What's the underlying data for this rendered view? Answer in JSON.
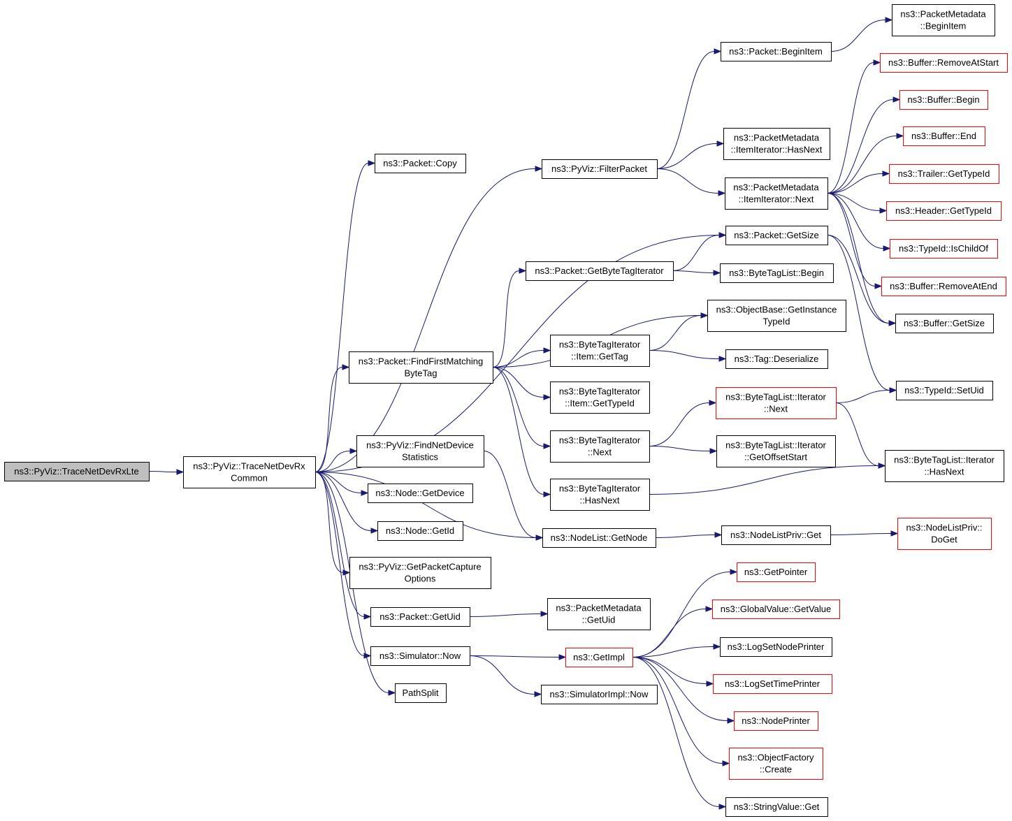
{
  "colors": {
    "edge": "#191970",
    "root_fill": "#bfbfbf",
    "node_border": "#000000",
    "truncated_border": "#ff0000",
    "background": "#ffffff"
  },
  "nodes": [
    {
      "id": "root",
      "kind": "root",
      "lines": [
        "ns3::PyViz::TraceNetDevRxLte"
      ]
    },
    {
      "id": "common",
      "kind": "normal",
      "lines": [
        "ns3::PyViz::TraceNetDevRx",
        "Common"
      ]
    },
    {
      "id": "copy",
      "kind": "normal",
      "lines": [
        "ns3::Packet::Copy"
      ]
    },
    {
      "id": "filter",
      "kind": "normal",
      "lines": [
        "ns3::PyViz::FilterPacket"
      ]
    },
    {
      "id": "beginitem",
      "kind": "normal",
      "lines": [
        "ns3::Packet::BeginItem"
      ]
    },
    {
      "id": "pm_beginitem",
      "kind": "normal",
      "lines": [
        "ns3::PacketMetadata",
        "::BeginItem"
      ]
    },
    {
      "id": "pm_hasnext",
      "kind": "normal",
      "lines": [
        "ns3::PacketMetadata",
        "::ItemIterator::HasNext"
      ]
    },
    {
      "id": "pm_next",
      "kind": "normal",
      "lines": [
        "ns3::PacketMetadata",
        "::ItemIterator::Next"
      ]
    },
    {
      "id": "buf_removeatstart",
      "kind": "truncated",
      "lines": [
        "ns3::Buffer::RemoveAtStart"
      ]
    },
    {
      "id": "buf_begin",
      "kind": "truncated",
      "lines": [
        "ns3::Buffer::Begin"
      ]
    },
    {
      "id": "buf_end",
      "kind": "truncated",
      "lines": [
        "ns3::Buffer::End"
      ]
    },
    {
      "id": "trailer_gettypeid",
      "kind": "truncated",
      "lines": [
        "ns3::Trailer::GetTypeId"
      ]
    },
    {
      "id": "header_gettypeid",
      "kind": "truncated",
      "lines": [
        "ns3::Header::GetTypeId"
      ]
    },
    {
      "id": "typeid_ischildof",
      "kind": "truncated",
      "lines": [
        "ns3::TypeId::IsChildOf"
      ]
    },
    {
      "id": "buf_removeatend",
      "kind": "truncated",
      "lines": [
        "ns3::Buffer::RemoveAtEnd"
      ]
    },
    {
      "id": "buf_getsize",
      "kind": "normal",
      "lines": [
        "ns3::Buffer::GetSize"
      ]
    },
    {
      "id": "pkt_getsize",
      "kind": "normal",
      "lines": [
        "ns3::Packet::GetSize"
      ]
    },
    {
      "id": "getbytetagiterator",
      "kind": "normal",
      "lines": [
        "ns3::Packet::GetByteTagIterator"
      ]
    },
    {
      "id": "btl_begin",
      "kind": "normal",
      "lines": [
        "ns3::ByteTagList::Begin"
      ]
    },
    {
      "id": "objectbase",
      "kind": "normal",
      "lines": [
        "ns3::ObjectBase::GetInstance",
        "TypeId"
      ]
    },
    {
      "id": "findfirst",
      "kind": "normal",
      "lines": [
        "ns3::Packet::FindFirstMatching",
        "ByteTag"
      ]
    },
    {
      "id": "bti_item_gettag",
      "kind": "normal",
      "lines": [
        "ns3::ByteTagIterator",
        "::Item::GetTag"
      ]
    },
    {
      "id": "tag_deserialize",
      "kind": "normal",
      "lines": [
        "ns3::Tag::Deserialize"
      ]
    },
    {
      "id": "bti_item_gettypeid",
      "kind": "normal",
      "lines": [
        "ns3::ByteTagIterator",
        "::Item::GetTypeId"
      ]
    },
    {
      "id": "btl_it_next",
      "kind": "truncated",
      "lines": [
        "ns3::ByteTagList::Iterator",
        "::Next"
      ]
    },
    {
      "id": "typeid_setuid",
      "kind": "normal",
      "lines": [
        "ns3::TypeId::SetUid"
      ]
    },
    {
      "id": "bti_next",
      "kind": "normal",
      "lines": [
        "ns3::ByteTagIterator",
        "::Next"
      ]
    },
    {
      "id": "btl_it_getoffset",
      "kind": "normal",
      "lines": [
        "ns3::ByteTagList::Iterator",
        "::GetOffsetStart"
      ]
    },
    {
      "id": "btl_it_hasnext",
      "kind": "normal",
      "lines": [
        "ns3::ByteTagList::Iterator",
        "::HasNext"
      ]
    },
    {
      "id": "bti_hasnext",
      "kind": "normal",
      "lines": [
        "ns3::ByteTagIterator",
        "::HasNext"
      ]
    },
    {
      "id": "findnetdev",
      "kind": "normal",
      "lines": [
        "ns3::PyViz::FindNetDevice",
        "Statistics"
      ]
    },
    {
      "id": "node_getdevice",
      "kind": "normal",
      "lines": [
        "ns3::Node::GetDevice"
      ]
    },
    {
      "id": "node_getid",
      "kind": "normal",
      "lines": [
        "ns3::Node::GetId"
      ]
    },
    {
      "id": "nodelist_getnode",
      "kind": "normal",
      "lines": [
        "ns3::NodeList::GetNode"
      ]
    },
    {
      "id": "nodelistpriv_get",
      "kind": "normal",
      "lines": [
        "ns3::NodeListPriv::Get"
      ]
    },
    {
      "id": "nodelistpriv_doget",
      "kind": "truncated",
      "lines": [
        "ns3::NodeListPriv::",
        "DoGet"
      ]
    },
    {
      "id": "getpacketcapture",
      "kind": "normal",
      "lines": [
        "ns3::PyViz::GetPacketCapture",
        "Options"
      ]
    },
    {
      "id": "getpointer",
      "kind": "truncated",
      "lines": [
        "ns3::GetPointer"
      ]
    },
    {
      "id": "globalvalue_getvalue",
      "kind": "truncated",
      "lines": [
        "ns3::GlobalValue::GetValue"
      ]
    },
    {
      "id": "logsetnodeprinter",
      "kind": "normal",
      "lines": [
        "ns3::LogSetNodePrinter"
      ]
    },
    {
      "id": "pkt_getuid",
      "kind": "normal",
      "lines": [
        "ns3::Packet::GetUid"
      ]
    },
    {
      "id": "pm_getuid",
      "kind": "normal",
      "lines": [
        "ns3::PacketMetadata",
        "::GetUid"
      ]
    },
    {
      "id": "sim_now",
      "kind": "normal",
      "lines": [
        "ns3::Simulator::Now"
      ]
    },
    {
      "id": "getimpl",
      "kind": "truncated",
      "lines": [
        "ns3::GetImpl"
      ]
    },
    {
      "id": "logsettimeprinter",
      "kind": "truncated",
      "lines": [
        "ns3::LogSetTimePrinter"
      ]
    },
    {
      "id": "pathsplit",
      "kind": "normal",
      "lines": [
        "PathSplit"
      ]
    },
    {
      "id": "simimpl_now",
      "kind": "normal",
      "lines": [
        "ns3::SimulatorImpl::Now"
      ]
    },
    {
      "id": "nodeprinter",
      "kind": "truncated",
      "lines": [
        "ns3::NodePrinter"
      ]
    },
    {
      "id": "objectfactory_create",
      "kind": "truncated",
      "lines": [
        "ns3::ObjectFactory",
        "::Create"
      ]
    },
    {
      "id": "stringvalue_get",
      "kind": "normal",
      "lines": [
        "ns3::StringValue::Get"
      ]
    }
  ],
  "edges": [
    [
      "root",
      "common"
    ],
    [
      "common",
      "copy"
    ],
    [
      "common",
      "filter"
    ],
    [
      "common",
      "pkt_getsize"
    ],
    [
      "common",
      "findfirst"
    ],
    [
      "common",
      "findnetdev"
    ],
    [
      "common",
      "node_getdevice"
    ],
    [
      "common",
      "node_getid"
    ],
    [
      "common",
      "nodelist_getnode"
    ],
    [
      "common",
      "getpacketcapture"
    ],
    [
      "common",
      "pkt_getuid"
    ],
    [
      "common",
      "sim_now"
    ],
    [
      "common",
      "pathsplit"
    ],
    [
      "filter",
      "beginitem"
    ],
    [
      "filter",
      "pm_hasnext"
    ],
    [
      "filter",
      "pm_next"
    ],
    [
      "beginitem",
      "pm_beginitem"
    ],
    [
      "pm_next",
      "buf_removeatstart"
    ],
    [
      "pm_next",
      "buf_begin"
    ],
    [
      "pm_next",
      "buf_end"
    ],
    [
      "pm_next",
      "trailer_gettypeid"
    ],
    [
      "pm_next",
      "header_gettypeid"
    ],
    [
      "pm_next",
      "typeid_ischildof"
    ],
    [
      "pm_next",
      "buf_removeatend"
    ],
    [
      "pm_next",
      "buf_getsize"
    ],
    [
      "pkt_getsize",
      "buf_getsize"
    ],
    [
      "findfirst",
      "getbytetagiterator"
    ],
    [
      "findfirst",
      "objectbase"
    ],
    [
      "findfirst",
      "bti_item_gettag"
    ],
    [
      "findfirst",
      "bti_item_gettypeid"
    ],
    [
      "findfirst",
      "bti_next"
    ],
    [
      "findfirst",
      "bti_hasnext"
    ],
    [
      "getbytetagiterator",
      "pkt_getsize"
    ],
    [
      "getbytetagiterator",
      "btl_begin"
    ],
    [
      "bti_item_gettag",
      "objectbase"
    ],
    [
      "bti_item_gettag",
      "tag_deserialize"
    ],
    [
      "bti_next",
      "btl_it_next"
    ],
    [
      "bti_next",
      "btl_it_getoffset"
    ],
    [
      "bti_hasnext",
      "btl_it_hasnext"
    ],
    [
      "btl_it_next",
      "typeid_setuid"
    ],
    [
      "btl_it_next",
      "btl_it_hasnext"
    ],
    [
      "pkt_getsize",
      "typeid_setuid"
    ],
    [
      "findnetdev",
      "nodelist_getnode"
    ],
    [
      "nodelist_getnode",
      "nodelistpriv_get"
    ],
    [
      "nodelistpriv_get",
      "nodelistpriv_doget"
    ],
    [
      "pkt_getuid",
      "pm_getuid"
    ],
    [
      "sim_now",
      "getimpl"
    ],
    [
      "sim_now",
      "simimpl_now"
    ],
    [
      "getimpl",
      "getpointer"
    ],
    [
      "getimpl",
      "globalvalue_getvalue"
    ],
    [
      "getimpl",
      "logsetnodeprinter"
    ],
    [
      "getimpl",
      "logsettimeprinter"
    ],
    [
      "getimpl",
      "nodeprinter"
    ],
    [
      "getimpl",
      "objectfactory_create"
    ],
    [
      "getimpl",
      "stringvalue_get"
    ]
  ]
}
